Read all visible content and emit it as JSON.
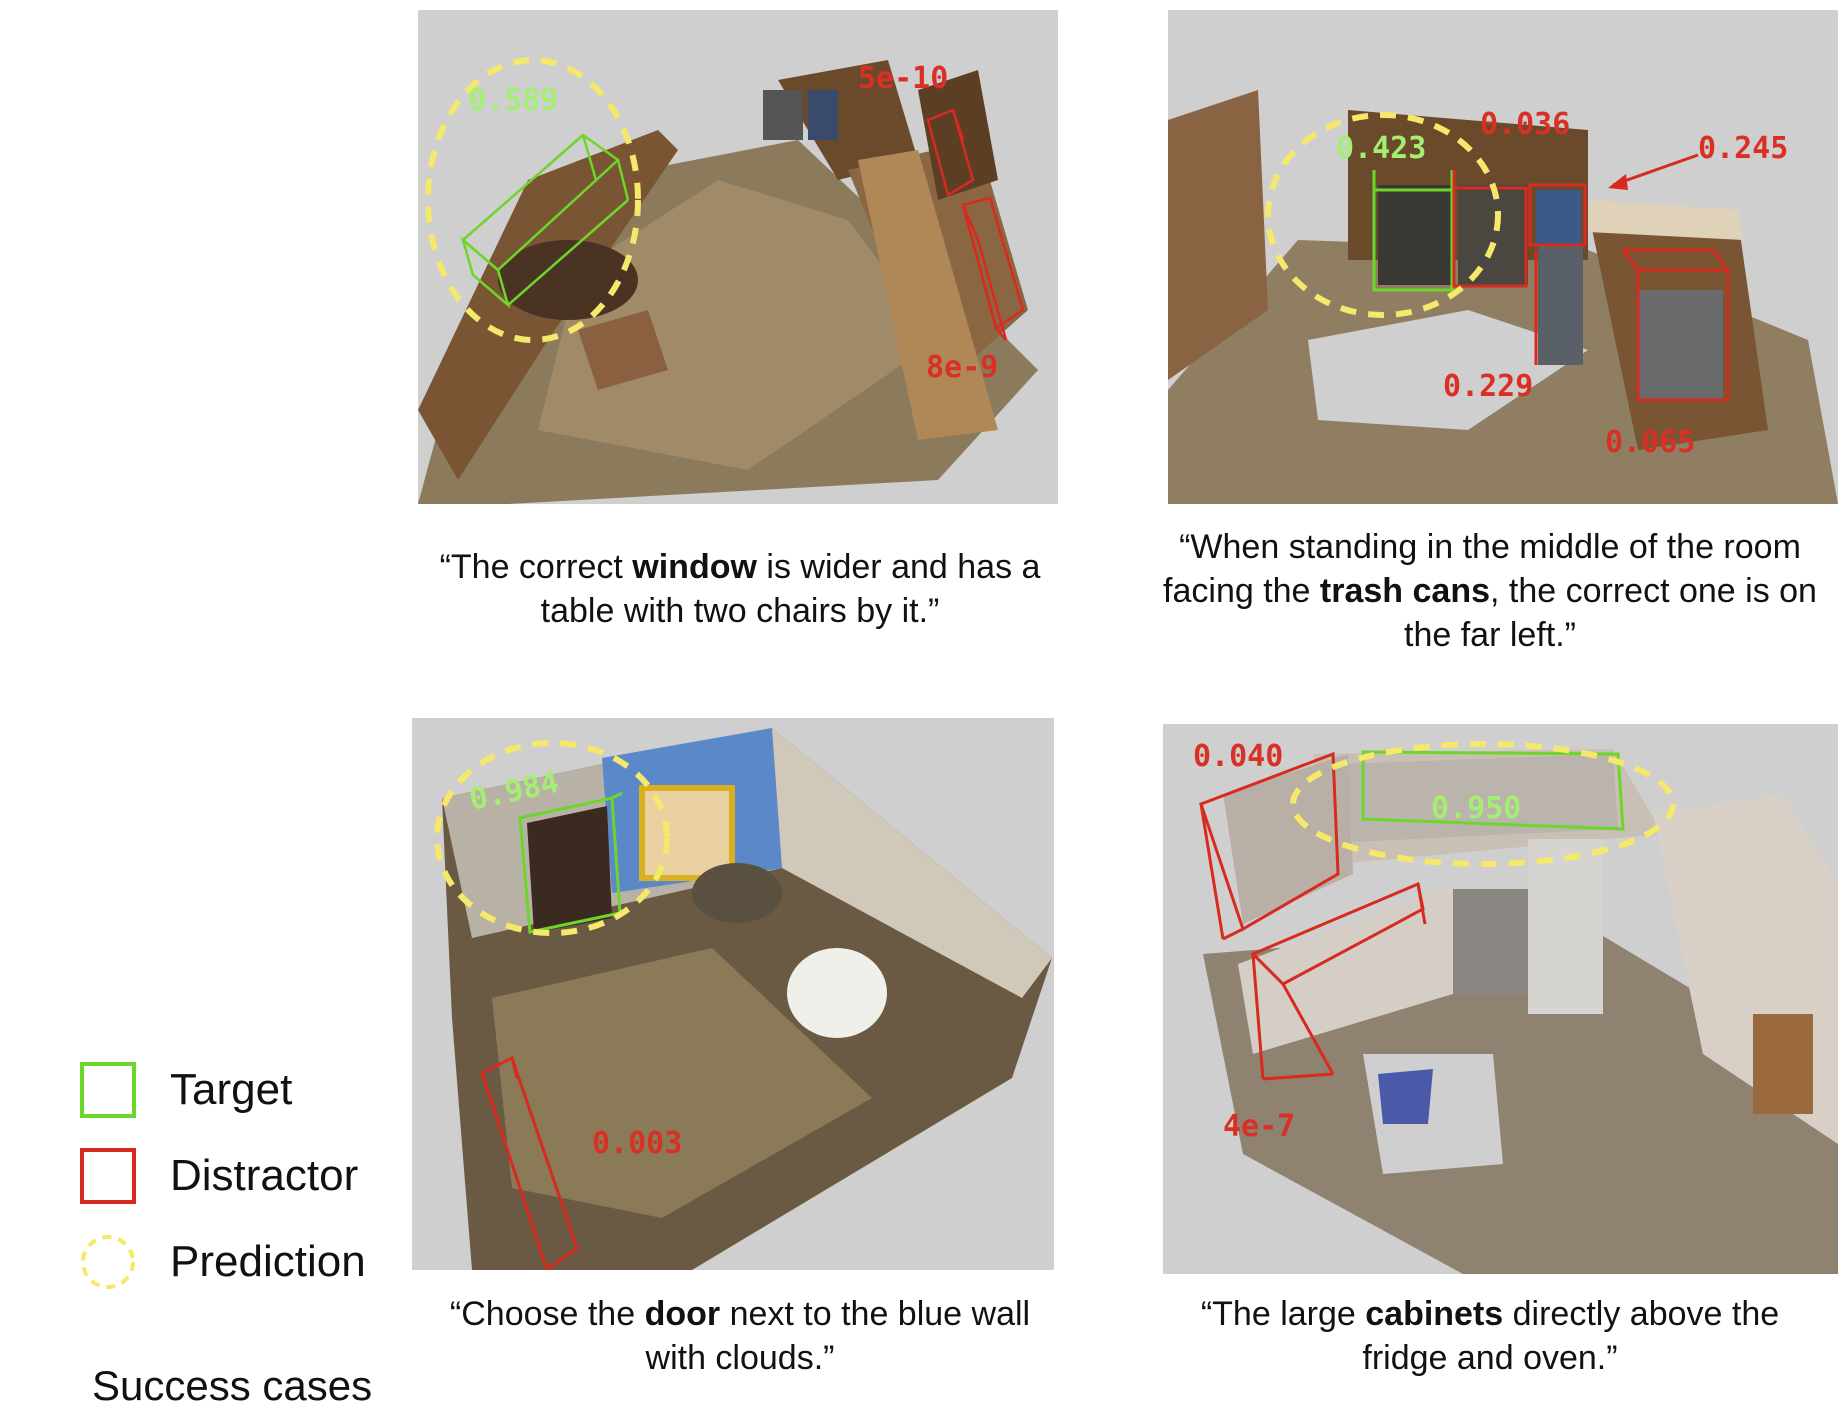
{
  "colors": {
    "target": "#6ed62a",
    "distractor": "#d82a1e",
    "prediction": "#f5e86a",
    "score_green": "#a5ee74",
    "score_red": "#d93025"
  },
  "panels": [
    {
      "scores_green": [
        "0.589"
      ],
      "scores_red": [
        "5e-10",
        "8e-9"
      ],
      "caption": {
        "pre": "“The correct ",
        "bold": "window",
        "post": " is wider and has a table with two chairs by it.”"
      }
    },
    {
      "scores_green": [
        "0.423"
      ],
      "scores_red": [
        "0.036",
        "0.245",
        "0.229",
        "0.065"
      ],
      "caption": {
        "pre": "“When standing in the middle of the room facing the ",
        "bold": "trash cans",
        "post": ", the correct one is on the far left.”"
      }
    },
    {
      "scores_green": [
        "0.984"
      ],
      "scores_red": [
        "0.003"
      ],
      "caption": {
        "pre": "“Choose the ",
        "bold": "door",
        "post": " next to the blue wall with clouds.”"
      }
    },
    {
      "scores_green": [
        "0.950"
      ],
      "scores_red": [
        "0.040",
        "4e-7"
      ],
      "caption": {
        "pre": "“The large ",
        "bold": "cabinets",
        "post": " directly above the fridge and oven.”"
      }
    }
  ],
  "legend": {
    "target": "Target",
    "distractor": "Distractor",
    "prediction": "Prediction"
  },
  "section_title": "Success cases"
}
